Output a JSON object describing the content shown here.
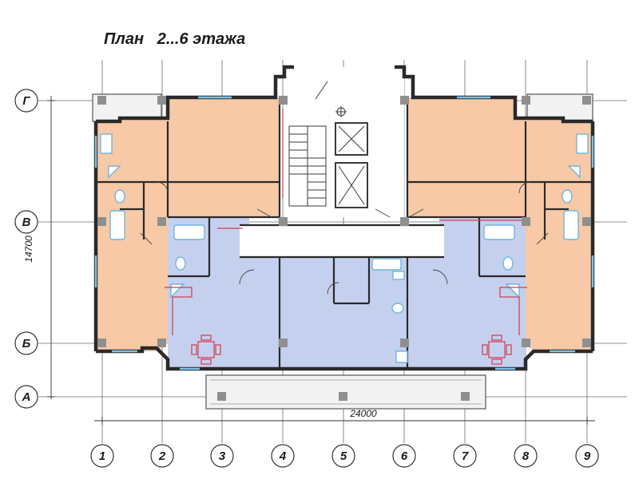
{
  "title": "План   2...6 этажа",
  "axes": {
    "columns": [
      "1",
      "2",
      "3",
      "4",
      "5",
      "6",
      "7",
      "8",
      "9"
    ],
    "rows": [
      "Г",
      "В",
      "Б",
      "А"
    ]
  },
  "dimensions": {
    "width": "24000",
    "depth": "14700"
  },
  "colors": {
    "apartment_orange": "#f7c9a6",
    "apartment_blue": "#c5d0ee",
    "wall": "#2a2a2a",
    "window": "#7ec3e6",
    "sanitary": "#6fb6dd",
    "accent_red": "#d23c50",
    "axis_line": "#6e6e6e",
    "column": "#8f8f8f"
  }
}
